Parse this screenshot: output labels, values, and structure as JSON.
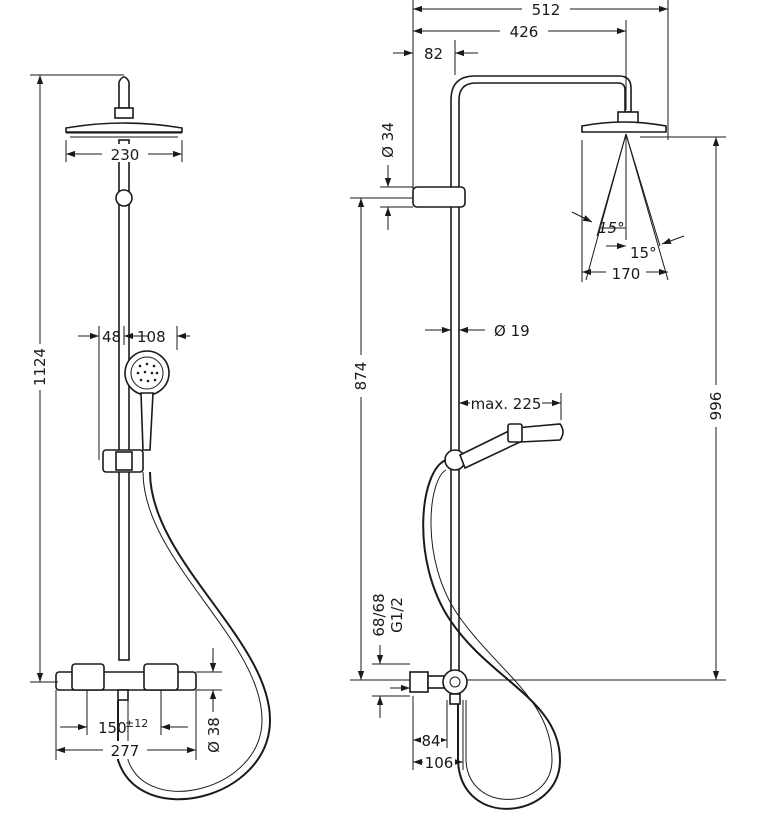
{
  "front_view": {
    "dim_total_height": "1124",
    "dim_head_width": "230",
    "dim_handshower_offset": "48",
    "dim_handshower_width": "108",
    "dim_inlet_spacing": "150",
    "dim_inlet_tolerance": "±12",
    "dim_mixer_width": "277",
    "dim_mixer_diameter": "Ø 38"
  },
  "side_view": {
    "dim_overall_reach": "512",
    "dim_arm_reach": "426",
    "dim_wall_offset": "82",
    "dim_bracket_diameter": "Ø 34",
    "dim_rail_diameter": "Ø 19",
    "dim_rail_height": "874",
    "dim_head_height": "996",
    "dim_handshower_reach": "max. 225",
    "dim_angle_left": "15°",
    "dim_angle_right": "15°",
    "dim_spray_width": "170",
    "dim_connection_spacing": "68/68",
    "dim_thread": "G1/2",
    "dim_connection_84": "84",
    "dim_connection_106": "106"
  },
  "colors": {
    "line": "#1a1a1a",
    "background": "#ffffff"
  }
}
